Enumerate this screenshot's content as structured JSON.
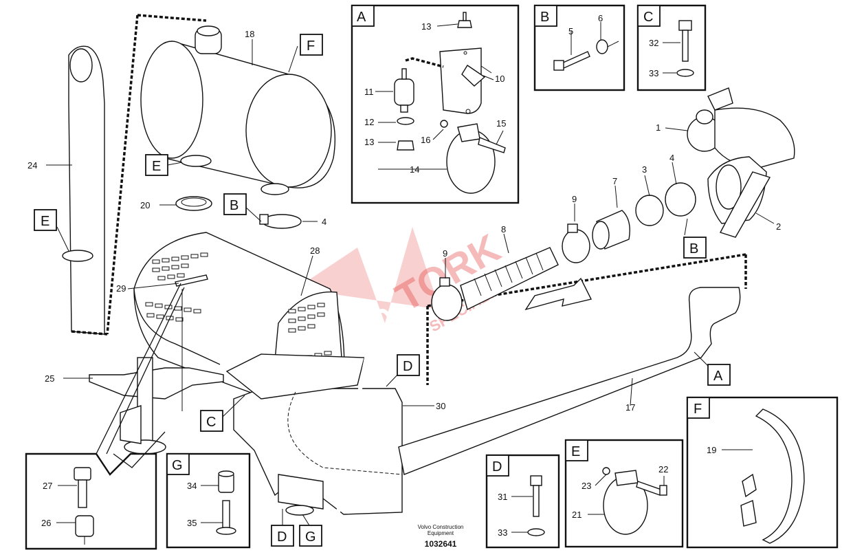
{
  "callouts": {
    "n1": "1",
    "n2": "2",
    "n3": "3",
    "n4a": "4",
    "n4b": "4",
    "n5": "5",
    "n6": "6",
    "n7": "7",
    "n8": "8",
    "n9a": "9",
    "n9b": "9",
    "n10": "10",
    "n11": "11",
    "n12": "12",
    "n13a": "13",
    "n13b": "13",
    "n14": "14",
    "n15": "15",
    "n16": "16",
    "n17": "17",
    "n18": "18",
    "n19": "19",
    "n20": "20",
    "n21": "21",
    "n22": "22",
    "n23": "23",
    "n24": "24",
    "n25": "25",
    "n26": "26",
    "n27": "27",
    "n28": "28",
    "n29": "29",
    "n30": "30",
    "n31": "31",
    "n32": "32",
    "n33a": "33",
    "n33b": "33",
    "n34": "34",
    "n35": "35"
  },
  "view_letters": {
    "detail_A": "A",
    "detail_B": "B",
    "detail_C": "C",
    "detail_D": "D",
    "detail_E": "E",
    "detail_F": "F",
    "detail_G": "G",
    "ref_F": "F",
    "ref_E_top": "E",
    "ref_E_left": "E",
    "ref_B_mid": "B",
    "ref_B_right": "B",
    "ref_A": "A",
    "ref_D_top": "D",
    "ref_C": "C",
    "ref_D_bottom": "D",
    "ref_G_bottom": "G"
  },
  "footer": {
    "maker_line1": "Volvo Construction",
    "maker_line2": "Equipment",
    "drawing_number": "1032641"
  },
  "watermark": {
    "brand": "TORK",
    "sub": "SPECIALTY"
  },
  "colors": {
    "line": "#111111",
    "watermark": "#e12828"
  }
}
